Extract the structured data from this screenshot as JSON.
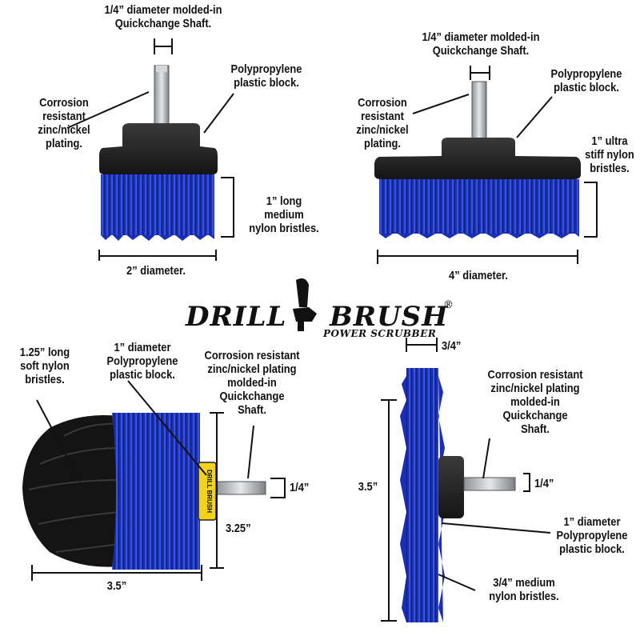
{
  "colors": {
    "bristle_blue": "#1b34c8",
    "block_black": "#1a1a1a",
    "shaft_silver": "#b9bcc0",
    "collar_yellow": "#f2d21a",
    "line": "#111111"
  },
  "logo": {
    "word_left": "DRILL",
    "word_right": "BRUSH",
    "registered": "®",
    "subtitle": "POWER SCRUBBER",
    "icon": "drill-brush-logo-icon"
  },
  "brush_2in": {
    "shaft": [
      "1/4” diameter molded-in",
      "Quickchange Shaft."
    ],
    "block": [
      "Polypropylene",
      "plastic block."
    ],
    "plating": [
      "Corrosion",
      "resistant",
      "zinc/nickel",
      "plating."
    ],
    "bristles": [
      "1” long",
      "medium",
      "nylon bristles."
    ],
    "diameter": "2” diameter."
  },
  "brush_4in": {
    "shaft": [
      "1/4” diameter molded-in",
      "Quickchange Shaft."
    ],
    "block": [
      "Polypropylene",
      "plastic block."
    ],
    "plating": [
      "Corrosion",
      "resistant",
      "zinc/nickel",
      "plating."
    ],
    "bristles": [
      "1” ultra",
      "stiff nylon",
      "bristles."
    ],
    "diameter": "4” diameter."
  },
  "brush_round": {
    "bristles": [
      "1.25” long",
      "soft nylon",
      "bristles."
    ],
    "block": [
      "1” diameter",
      "Polypropylene",
      "plastic block."
    ],
    "plating": [
      "Corrosion resistant",
      "zinc/nickel plating",
      "molded-in",
      "Quickchange",
      "Shaft."
    ],
    "shaft_dim": "1/4”",
    "height": "3.25”",
    "width": "3.5”",
    "collar_text": "DRILL BRUSH"
  },
  "brush_side": {
    "thickness": "3/4”",
    "plating": [
      "Corrosion resistant",
      "zinc/nickel plating",
      "molded-in",
      "Quickchange",
      "Shaft."
    ],
    "shaft_dim": "1/4”",
    "diameter": "3.5”",
    "block": [
      "1” diameter",
      "Polypropylene",
      "plastic block."
    ],
    "bristles": [
      "3/4” medium",
      "nylon bristles."
    ]
  }
}
